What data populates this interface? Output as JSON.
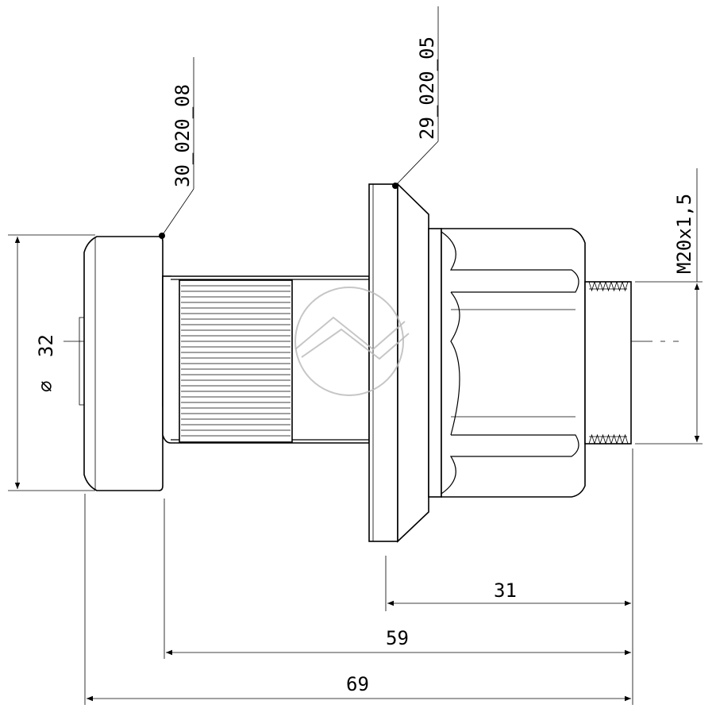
{
  "drawing": {
    "parts": {
      "bolt": "30_020_08",
      "nut": "29_020_05"
    },
    "dimensions": {
      "head_diameter": "32",
      "diameter_symbol": "⌀",
      "thread": "M20x1,5",
      "length_31": "31",
      "length_59": "59",
      "length_69": "69"
    },
    "colors": {
      "line": "#000000",
      "watermark": "#b8b8b8"
    }
  }
}
